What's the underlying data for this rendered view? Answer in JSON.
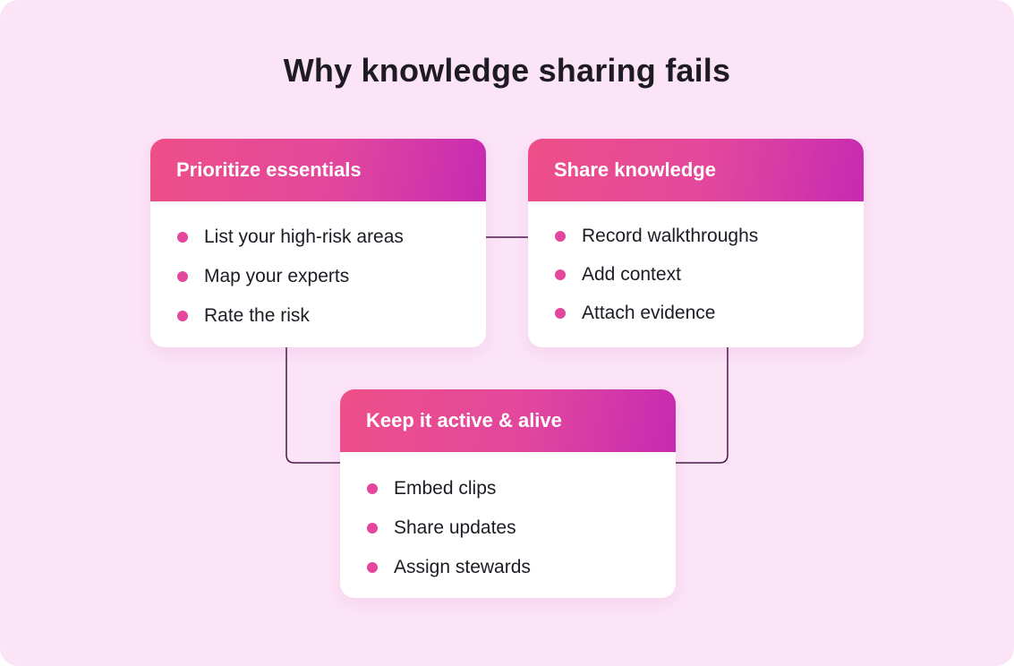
{
  "title": "Why knowledge sharing fails",
  "cards": [
    {
      "heading": "Prioritize essentials",
      "items": [
        "List your high-risk areas",
        "Map your experts",
        "Rate the risk"
      ]
    },
    {
      "heading": "Share knowledge",
      "items": [
        "Record walkthroughs",
        "Add context",
        "Attach evidence"
      ]
    },
    {
      "heading": "Keep it active & alive",
      "items": [
        "Embed clips",
        "Share updates",
        "Assign stewards"
      ]
    }
  ],
  "colors": {
    "background": "#fce4f7",
    "header_gradient_start": "#ee4f88",
    "header_gradient_end": "#c72ab2",
    "bullet": "#e2479d",
    "connector": "#4a1a4a",
    "text": "#1f1b24"
  }
}
